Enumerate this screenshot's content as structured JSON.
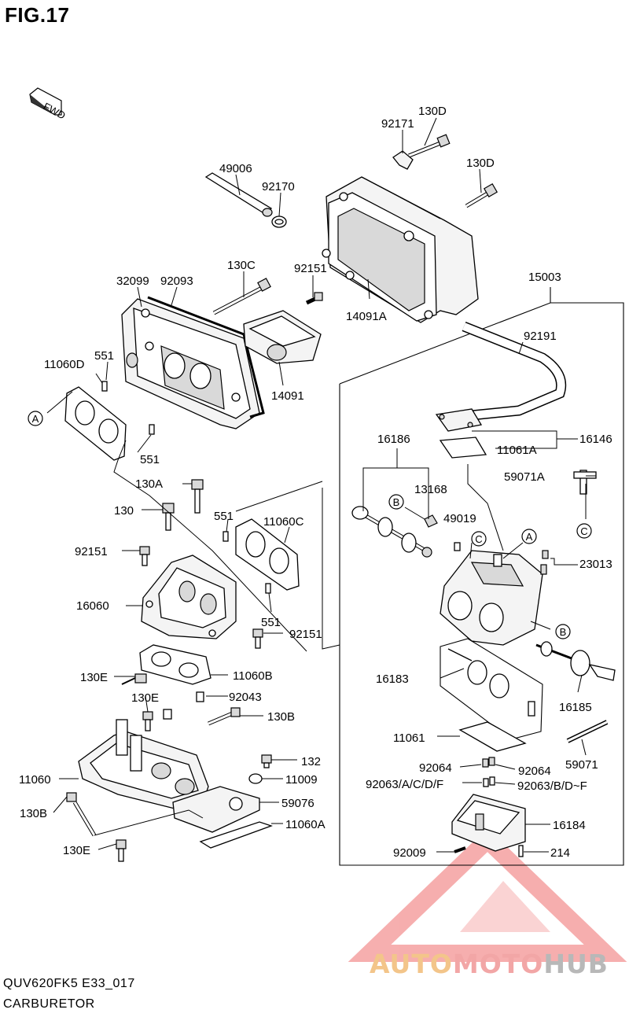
{
  "figure": {
    "title": "FIG.17",
    "model_code": "QUV620FK5 E33_017",
    "name": "CARBURETOR",
    "direction_tag": "FWD"
  },
  "callouts": [
    "A",
    "B",
    "C"
  ],
  "parts": {
    "p92171": "92171",
    "p130d_1": "130D",
    "p130d_2": "130D",
    "p49006": "49006",
    "p92170": "92170",
    "p130c": "130C",
    "p32099": "32099",
    "p92093": "92093",
    "p92151_top": "92151",
    "p15003": "15003",
    "p14091a": "14091A",
    "p11060d": "11060D",
    "p551_1": "551",
    "p14091": "14091",
    "p92191": "92191",
    "p551_2": "551",
    "p16186": "16186",
    "p16146": "16146",
    "p11061a": "11061A",
    "p130a": "130A",
    "p13168": "13168",
    "p59071a": "59071A",
    "p130": "130",
    "p551_3": "551",
    "p11060c": "11060C",
    "p49019": "49019",
    "p92151_mid": "92151",
    "p23013": "23013",
    "p16060": "16060",
    "p551_4": "551",
    "p92151_low": "92151",
    "p11060b": "11060B",
    "p16183": "16183",
    "p130e_1": "130E",
    "p16185": "16185",
    "p130e_2": "130E",
    "p92043": "92043",
    "p130b_1": "130B",
    "p11061": "11061",
    "p132": "132",
    "p59071": "59071",
    "p11060": "11060",
    "p11009": "11009",
    "p92064_1": "92064",
    "p92064_2": "92064",
    "p92063a": "92063/A/C/D/F",
    "p92063b": "92063/B/D~F",
    "p130b_2": "130B",
    "p59076": "59076",
    "p16184": "16184",
    "p11060a": "11060A",
    "p130e_3": "130E",
    "p92009": "92009",
    "p214": "214"
  },
  "watermark": {
    "part1": "AUTO",
    "part2": "MOTO",
    "part3": "HUB",
    "colors": {
      "orange": "#f3c58a",
      "red": "#f2a6a6",
      "gray": "#b8b8b8"
    }
  }
}
